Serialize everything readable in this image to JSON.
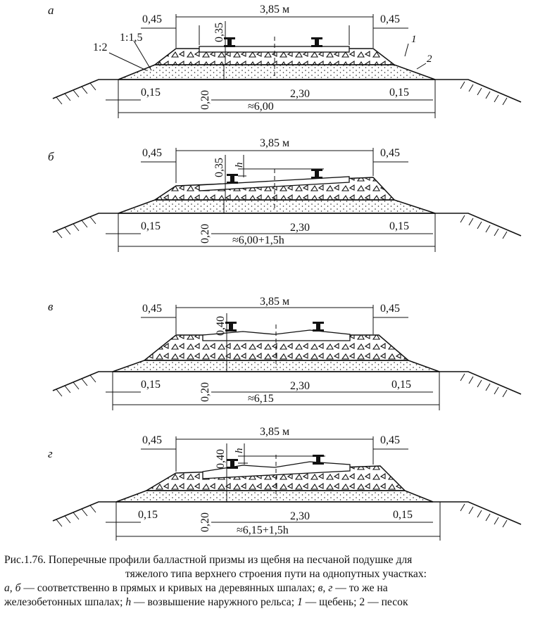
{
  "panels": [
    {
      "letter": "а",
      "top_width": "3,85 м",
      "shoulder_left": "0,45",
      "shoulder_right": "0,45",
      "ballast_depth": "0,35",
      "cushion_depth": "0,20",
      "slope_outer": "1:2",
      "slope_inner": "1:1,5",
      "berm_left": "0,15",
      "berm_right": "0,15",
      "half_width": "2,30",
      "base_width": "≈6,00",
      "callout_1": "1",
      "callout_2": "2"
    },
    {
      "letter": "б",
      "top_width": "3,85 м",
      "shoulder_left": "0,45",
      "shoulder_right": "0,45",
      "ballast_depth": "0,35",
      "cushion_depth": "0,20",
      "superelevation": "h",
      "berm_left": "0,15",
      "berm_right": "0,15",
      "half_width": "2,30",
      "base_width": "≈6,00+1,5h"
    },
    {
      "letter": "в",
      "top_width": "3,85 м",
      "shoulder_left": "0,45",
      "shoulder_right": "0,45",
      "ballast_depth": "0,40",
      "cushion_depth": "0,20",
      "berm_left": "0,15",
      "berm_right": "0,15",
      "half_width": "2,30",
      "base_width": "≈6,15"
    },
    {
      "letter": "г",
      "top_width": "3,85 м",
      "shoulder_left": "0,45",
      "shoulder_right": "0,45",
      "ballast_depth": "0,40",
      "cushion_depth": "0,20",
      "superelevation": "h",
      "berm_left": "0,15",
      "berm_right": "0,15",
      "half_width": "2,30",
      "base_width": "≈6,15+1,5h"
    }
  ],
  "caption": {
    "title_line1": "Рис.1.76. Поперечные профили балластной призмы из щебня на песчаной подушке для",
    "title_line2": "тяжелого типа верхнего строения пути на однопутных участках:",
    "legend_ab": "а, б",
    "legend_ab_text": " — соответственно в прямых и кривых на деревянных шпалах; ",
    "legend_vg": "в, г",
    "legend_vg_text": " — то же на",
    "legend_line2_a": "железобетонных шпалах; ",
    "legend_h": "h",
    "legend_h_text": " — возвышение наружного рельса; ",
    "legend_1": "1",
    "legend_1_text": " — щебень; 2 — песок"
  }
}
